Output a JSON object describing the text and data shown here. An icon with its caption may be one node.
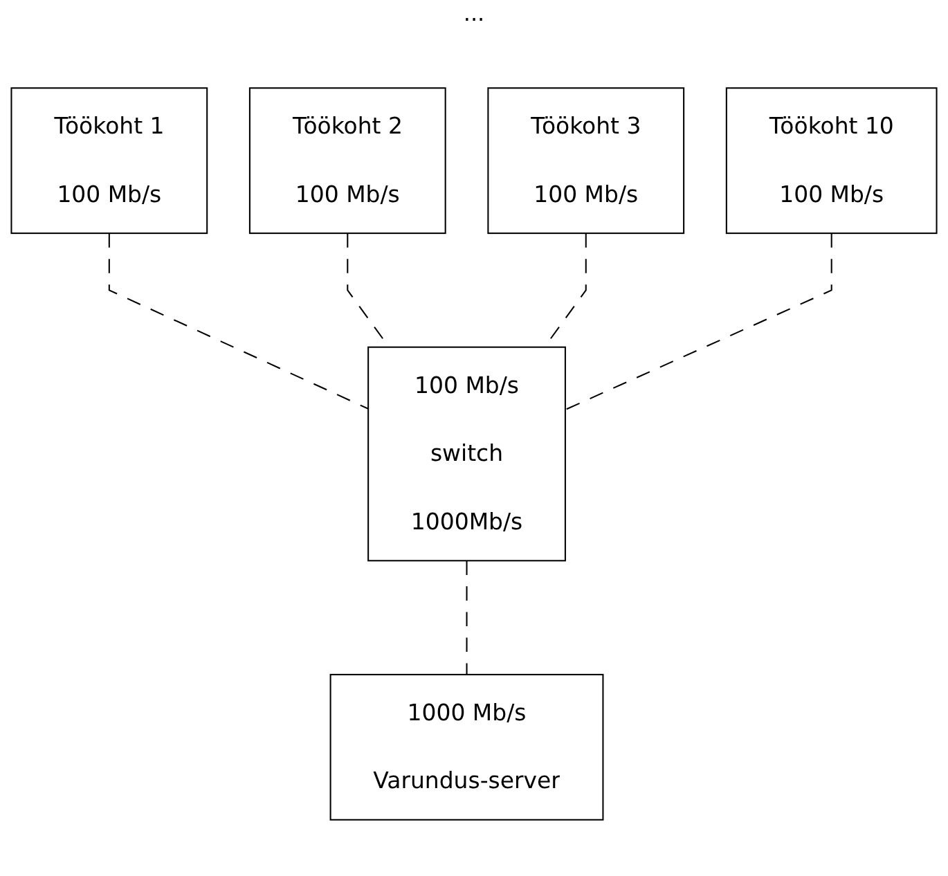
{
  "diagram": {
    "nodes": [
      {
        "text": [
          "Töökoht 1",
          "100 Mb/s"
        ]
      },
      {
        "text": [
          "Töökoht 2",
          "100 Mb/s"
        ]
      },
      {
        "text": [
          "Töökoht 3",
          "100 Mb/s"
        ]
      },
      {
        "text": [
          "Töökoht 10",
          "100 Mb/s"
        ]
      },
      {
        "text": [
          "100 Mb/s",
          "switch",
          "1000Mb/s"
        ]
      },
      {
        "text": [
          "1000 Mb/s",
          "Varundus-server"
        ]
      }
    ],
    "edges": [
      {
        "from": 0,
        "to": 4,
        "arrow": "none",
        "style": "dashed"
      },
      {
        "from": 1,
        "to": 4,
        "arrow": "none",
        "style": "dashed"
      },
      {
        "from": 2,
        "to": 4,
        "arrow": "none",
        "style": "dashed"
      },
      {
        "from": 3,
        "to": 4,
        "arrow": "none",
        "style": "dashed"
      },
      {
        "from": 4,
        "to": 5,
        "arrow": "none",
        "style": "dashed"
      }
    ],
    "labels": [
      "..."
    ]
  }
}
